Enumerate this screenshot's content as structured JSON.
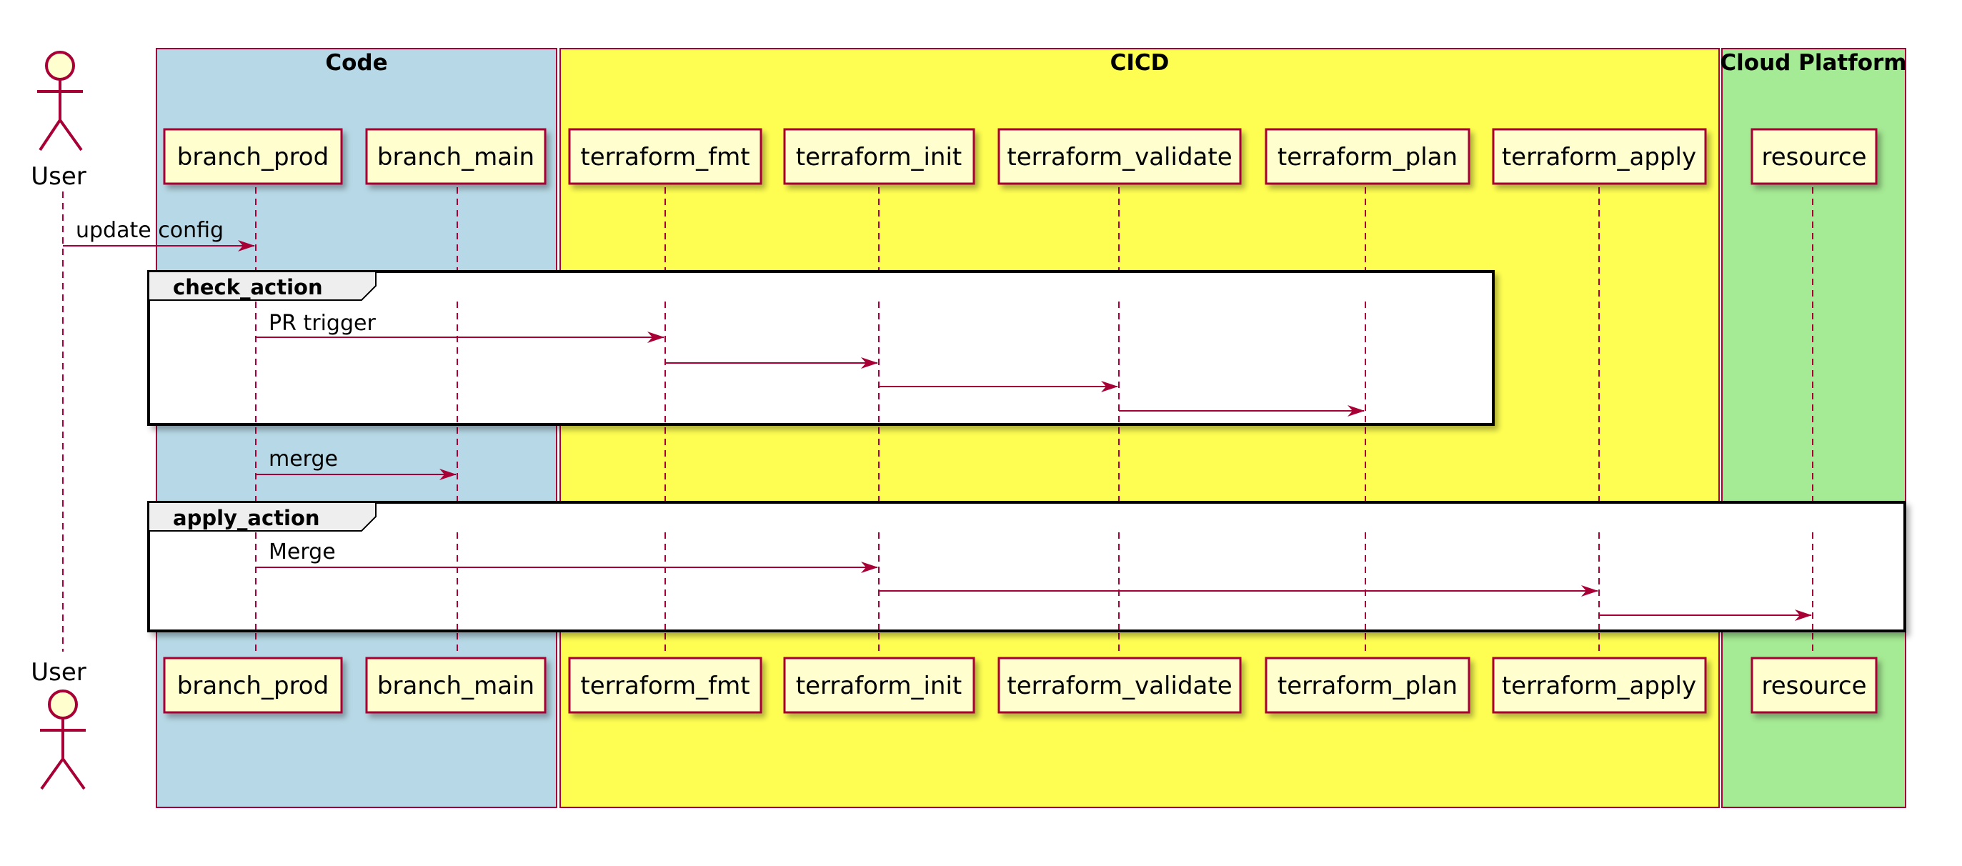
{
  "diagram": {
    "type": "sequence",
    "boxes": [
      {
        "id": "code",
        "title": "Code",
        "color": "#B7D8E6"
      },
      {
        "id": "cicd",
        "title": "CICD",
        "color": "#FEFE52"
      },
      {
        "id": "cloud",
        "title": "Cloud Platform",
        "color": "#A5EA94"
      }
    ],
    "actor": {
      "label": "User"
    },
    "participants": [
      {
        "id": "branch_prod",
        "label": "branch_prod"
      },
      {
        "id": "branch_main",
        "label": "branch_main"
      },
      {
        "id": "terraform_fmt",
        "label": "terraform_fmt"
      },
      {
        "id": "terraform_init",
        "label": "terraform_init"
      },
      {
        "id": "terraform_validate",
        "label": "terraform_validate"
      },
      {
        "id": "terraform_plan",
        "label": "terraform_plan"
      },
      {
        "id": "terraform_apply",
        "label": "terraform_apply"
      },
      {
        "id": "resource",
        "label": "resource"
      }
    ],
    "frames": [
      {
        "id": "check_action",
        "label": "check_action"
      },
      {
        "id": "apply_action",
        "label": "apply_action"
      }
    ],
    "messages": [
      {
        "from": "User",
        "to": "branch_prod",
        "label": "update config"
      },
      {
        "from": "branch_prod",
        "to": "terraform_fmt",
        "label": "PR trigger"
      },
      {
        "from": "terraform_fmt",
        "to": "terraform_init",
        "label": ""
      },
      {
        "from": "terraform_init",
        "to": "terraform_validate",
        "label": ""
      },
      {
        "from": "terraform_validate",
        "to": "terraform_plan",
        "label": ""
      },
      {
        "from": "branch_prod",
        "to": "branch_main",
        "label": "merge"
      },
      {
        "from": "branch_prod",
        "to": "terraform_init",
        "label": "Merge"
      },
      {
        "from": "terraform_init",
        "to": "terraform_apply",
        "label": ""
      },
      {
        "from": "terraform_apply",
        "to": "resource",
        "label": ""
      }
    ],
    "colors": {
      "participant_fill": "#FEFECE",
      "line": "#A80036",
      "frame_border": "#000000",
      "frame_tab": "#EEEEEE"
    }
  }
}
